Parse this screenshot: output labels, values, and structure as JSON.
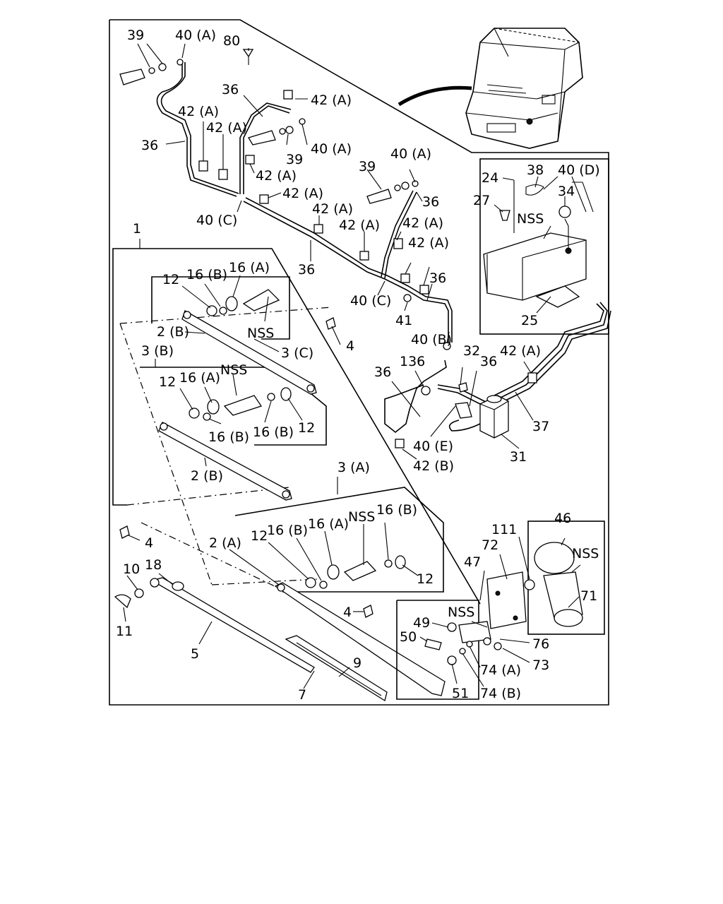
{
  "diagram": {
    "callouts": [
      {
        "id": "c1",
        "text": "39"
      },
      {
        "id": "c2",
        "text": "40 (A)"
      },
      {
        "id": "c3",
        "text": "80"
      },
      {
        "id": "c4",
        "text": "36"
      },
      {
        "id": "c5",
        "text": "42 (A)"
      },
      {
        "id": "c6",
        "text": "42 (A)"
      },
      {
        "id": "c7",
        "text": "42 (A)"
      },
      {
        "id": "c8",
        "text": "36"
      },
      {
        "id": "c9",
        "text": "39"
      },
      {
        "id": "c10",
        "text": "40 (A)"
      },
      {
        "id": "c11",
        "text": "42 (A)"
      },
      {
        "id": "c12",
        "text": "42 (A)"
      },
      {
        "id": "c13",
        "text": "40 (C)"
      },
      {
        "id": "c14",
        "text": "42 (A)"
      },
      {
        "id": "c15",
        "text": "36"
      },
      {
        "id": "c16",
        "text": "39"
      },
      {
        "id": "c17",
        "text": "40 (A)"
      },
      {
        "id": "c18",
        "text": "36"
      },
      {
        "id": "c19",
        "text": "42 (A)"
      },
      {
        "id": "c20",
        "text": "42 (A)"
      },
      {
        "id": "c21",
        "text": "42 (A)"
      },
      {
        "id": "c22",
        "text": "36"
      },
      {
        "id": "c23",
        "text": "40 (C)"
      },
      {
        "id": "c24",
        "text": "41"
      },
      {
        "id": "c25",
        "text": "40 (B)"
      },
      {
        "id": "c26",
        "text": "24"
      },
      {
        "id": "c27",
        "text": "38"
      },
      {
        "id": "c28",
        "text": "40 (D)"
      },
      {
        "id": "c29",
        "text": "27"
      },
      {
        "id": "c30",
        "text": "34"
      },
      {
        "id": "c31",
        "text": "NSS"
      },
      {
        "id": "c32",
        "text": "25"
      },
      {
        "id": "c33",
        "text": "1"
      },
      {
        "id": "c34",
        "text": "12"
      },
      {
        "id": "c35",
        "text": "16 (B)"
      },
      {
        "id": "c36",
        "text": "16 (A)"
      },
      {
        "id": "c37",
        "text": "NSS"
      },
      {
        "id": "c38",
        "text": "2 (B)"
      },
      {
        "id": "c39",
        "text": "3 (C)"
      },
      {
        "id": "c40",
        "text": "4"
      },
      {
        "id": "c41",
        "text": "3 (B)"
      },
      {
        "id": "c42",
        "text": "12"
      },
      {
        "id": "c43",
        "text": "16 (A)"
      },
      {
        "id": "c44",
        "text": "NSS"
      },
      {
        "id": "c45",
        "text": "16 (B)"
      },
      {
        "id": "c46",
        "text": "16 (B)"
      },
      {
        "id": "c47",
        "text": "12"
      },
      {
        "id": "c48",
        "text": "2 (B)"
      },
      {
        "id": "c49",
        "text": "136"
      },
      {
        "id": "c50",
        "text": "36"
      },
      {
        "id": "c51",
        "text": "36"
      },
      {
        "id": "c52",
        "text": "32"
      },
      {
        "id": "c53",
        "text": "42 (A)"
      },
      {
        "id": "c54",
        "text": "37"
      },
      {
        "id": "c55",
        "text": "40 (E)"
      },
      {
        "id": "c56",
        "text": "42 (B)"
      },
      {
        "id": "c57",
        "text": "31"
      },
      {
        "id": "c58",
        "text": "3 (A)"
      },
      {
        "id": "c59",
        "text": "4"
      },
      {
        "id": "c60",
        "text": "2 (A)"
      },
      {
        "id": "c61",
        "text": "12"
      },
      {
        "id": "c62",
        "text": "16 (B)"
      },
      {
        "id": "c63",
        "text": "16 (A)"
      },
      {
        "id": "c64",
        "text": "NSS"
      },
      {
        "id": "c65",
        "text": "16 (B)"
      },
      {
        "id": "c66",
        "text": "12"
      },
      {
        "id": "c67",
        "text": "10"
      },
      {
        "id": "c68",
        "text": "18"
      },
      {
        "id": "c69",
        "text": "11"
      },
      {
        "id": "c70",
        "text": "5"
      },
      {
        "id": "c71",
        "text": "9"
      },
      {
        "id": "c72",
        "text": "7"
      },
      {
        "id": "c73",
        "text": "4"
      },
      {
        "id": "c74",
        "text": "111"
      },
      {
        "id": "c75",
        "text": "46"
      },
      {
        "id": "c76",
        "text": "72"
      },
      {
        "id": "c77",
        "text": "NSS"
      },
      {
        "id": "c78",
        "text": "47"
      },
      {
        "id": "c79",
        "text": "71"
      },
      {
        "id": "c80",
        "text": "NSS"
      },
      {
        "id": "c81",
        "text": "49"
      },
      {
        "id": "c82",
        "text": "50"
      },
      {
        "id": "c83",
        "text": "76"
      },
      {
        "id": "c84",
        "text": "73"
      },
      {
        "id": "c85",
        "text": "74 (A)"
      },
      {
        "id": "c86",
        "text": "51"
      },
      {
        "id": "c87",
        "text": "74 (B)"
      }
    ]
  }
}
